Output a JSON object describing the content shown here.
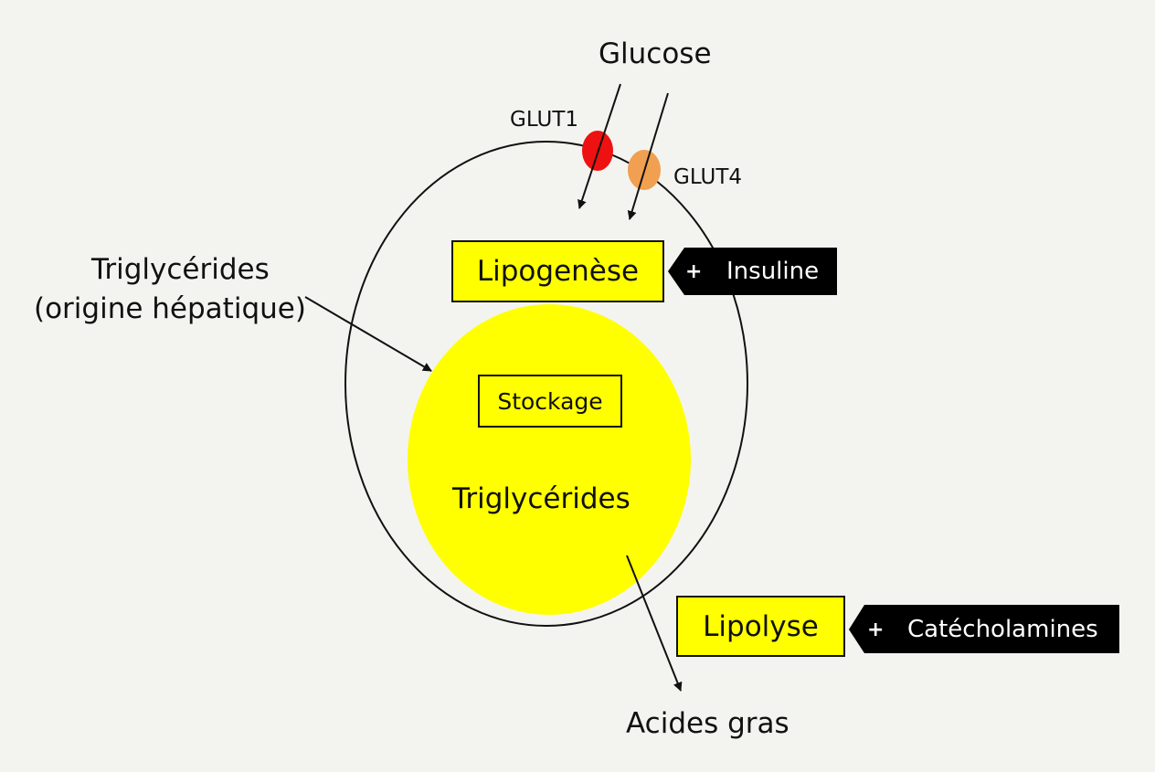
{
  "labels": {
    "glucose": "Glucose",
    "glut1": "GLUT1",
    "glut4": "GLUT4",
    "triglycerides_external": "Triglycérides",
    "triglycerides_external_origin": "(origine hépatique)",
    "stockage": "Stockage",
    "triglycerides_internal": "Triglycérides",
    "acides_gras": "Acides gras"
  },
  "processes": {
    "lipogenese": "Lipogenèse",
    "lipolyse": "Lipolyse"
  },
  "regulators": {
    "insuline": {
      "sign": "+",
      "label": "Insuline"
    },
    "catecholamines": {
      "sign": "+",
      "label": "Catécholamines"
    }
  },
  "colors": {
    "background": "#f3f4ef",
    "lipid_droplet": "#ffff00",
    "glut1": "#ee1111",
    "glut4": "#f0a050",
    "regulator": "#000000",
    "line": "#111111"
  }
}
